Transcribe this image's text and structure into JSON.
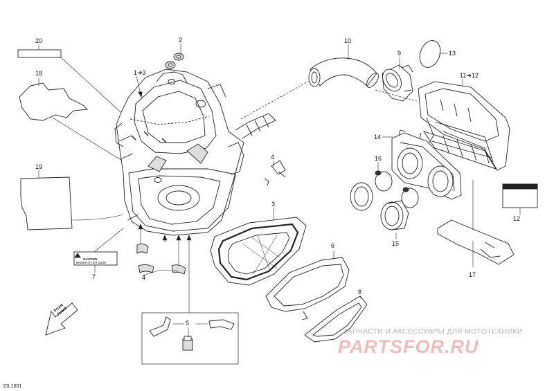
{
  "diagram_id": "15L1601",
  "callouts": [
    {
      "id": "c20",
      "label": "20"
    },
    {
      "id": "c2",
      "label": "2"
    },
    {
      "id": "c10",
      "label": "10"
    },
    {
      "id": "c9",
      "label": "9"
    },
    {
      "id": "c13",
      "label": "13"
    },
    {
      "id": "c18",
      "label": "18"
    },
    {
      "id": "c1-3",
      "label": "1➔3"
    },
    {
      "id": "c11-12",
      "label": "11➔12"
    },
    {
      "id": "c14",
      "label": "14"
    },
    {
      "id": "c16",
      "label": "16"
    },
    {
      "id": "c19",
      "label": "19"
    },
    {
      "id": "c4a",
      "label": "4"
    },
    {
      "id": "c3",
      "label": "3"
    },
    {
      "id": "c6",
      "label": "6"
    },
    {
      "id": "c12",
      "label": "12"
    },
    {
      "id": "c15",
      "label": "15"
    },
    {
      "id": "c7",
      "label": "7"
    },
    {
      "id": "c4b",
      "label": "4"
    },
    {
      "id": "c17",
      "label": "17"
    },
    {
      "id": "c8",
      "label": "8"
    },
    {
      "id": "c5",
      "label": "5"
    }
  ],
  "caution_label": {
    "title": "CAUTION",
    "line": "Beware of HOT parts!"
  },
  "notice_label": {
    "title": "NOTICE"
  },
  "front_arrow": {
    "line1": "Front",
    "line2": "Avant"
  },
  "watermark": {
    "top": "ЗАПЧАСТИ И АКСЕССУАРЫ ДЛЯ МОТОТЕХНИКИ",
    "main": "PARTSFOR.RU"
  }
}
